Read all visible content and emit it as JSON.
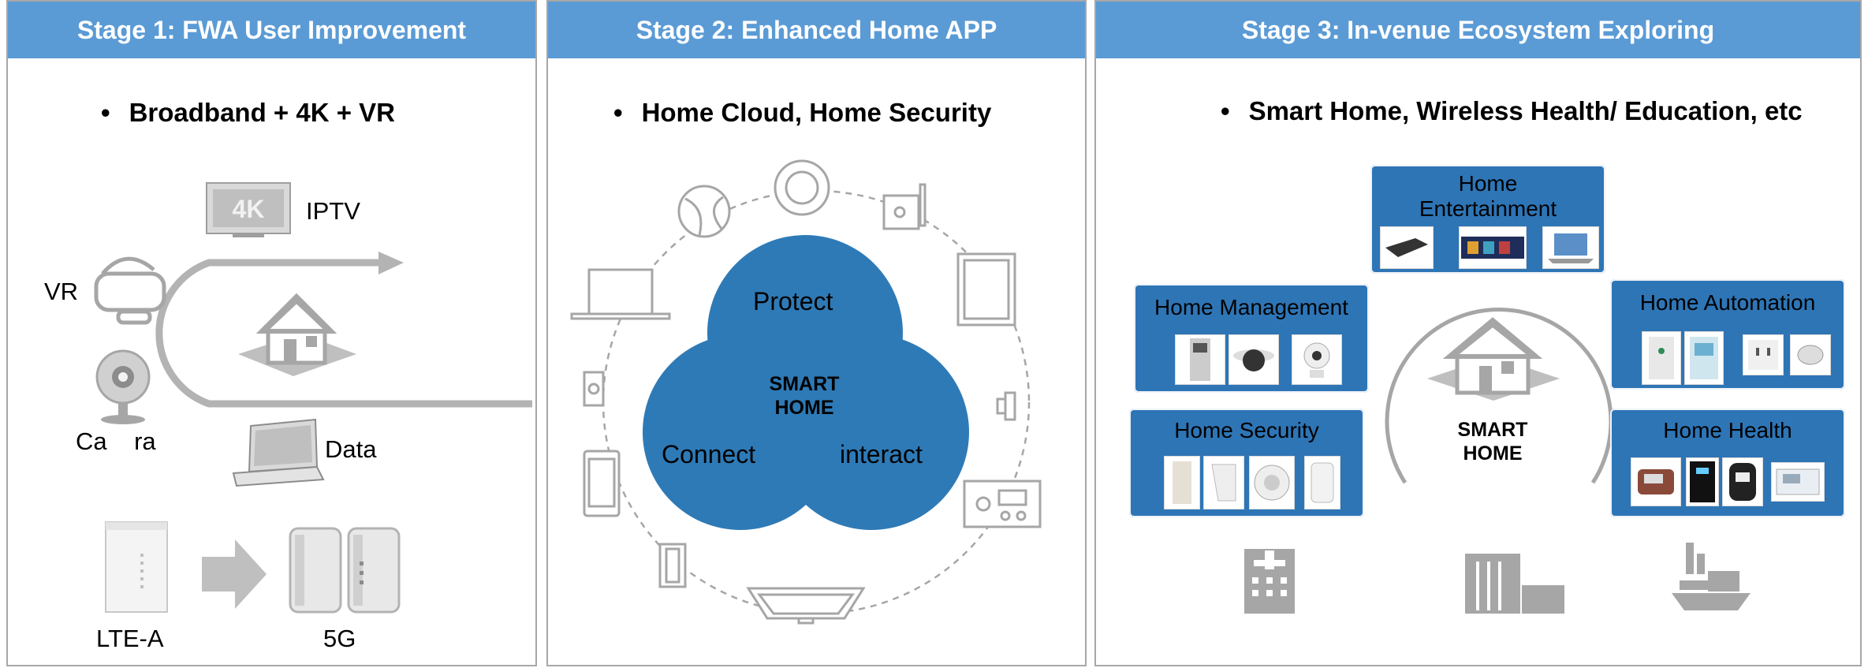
{
  "stages": [
    {
      "title": "Stage 1: FWA User Improvement",
      "bullet": "Broadband + 4K + VR",
      "labels": {
        "iptv": "IPTV",
        "vr": "VR",
        "camera": "Ca    ra",
        "data": "Data",
        "lte": "LTE-A",
        "fiveg": "5G"
      }
    },
    {
      "title": "Stage 2: Enhanced Home APP",
      "bullet": "Home Cloud, Home Security",
      "cloud": {
        "top": "Protect",
        "left": "Connect",
        "right": "interact",
        "center_line1": "SMART",
        "center_line2": "HOME"
      }
    },
    {
      "title": "Stage 3: In-venue Ecosystem Exploring",
      "bullet": "Smart Home, Wireless Health/ Education, etc",
      "center_line1": "SMART",
      "center_line2": "HOME",
      "boxes": {
        "entertainment_line1": "Home",
        "entertainment_line2": "Entertainment",
        "management": "Home Management",
        "automation": "Home Automation",
        "security": "Home Security",
        "health": "Home Health"
      }
    }
  ],
  "icons": {
    "stage1": [
      "4k-tv-icon",
      "vr-headset-icon",
      "camera-icon",
      "house-icon",
      "laptop-icon",
      "lte-router-icon",
      "arrow-right-icon",
      "5g-router-icon"
    ],
    "stage2": [
      "ball-icon",
      "ring-icon",
      "projector-icon",
      "laptop-icon",
      "tablet-icon",
      "phone-icon",
      "socket-icon",
      "plug-icon",
      "radio-icon",
      "switch-icon",
      "tv-icon"
    ],
    "stage3": [
      "hospital-icon",
      "office-building-icon",
      "ship-icon",
      "house-icon"
    ]
  },
  "colors": {
    "header_blue": "#5b9bd5",
    "cloud_blue": "#2e7ab6",
    "box_blue": "#2e75b6",
    "icon_gray": "#a6a6a6"
  }
}
